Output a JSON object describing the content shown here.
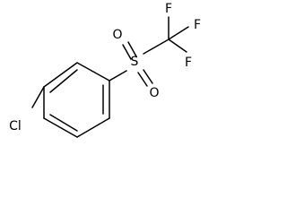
{
  "structure": {
    "atoms": {
      "cl": "Cl",
      "s": "S",
      "o_top": "O",
      "o_bottom": "O",
      "f_top": "F",
      "f_right": "F",
      "f_bottom": "F"
    }
  }
}
